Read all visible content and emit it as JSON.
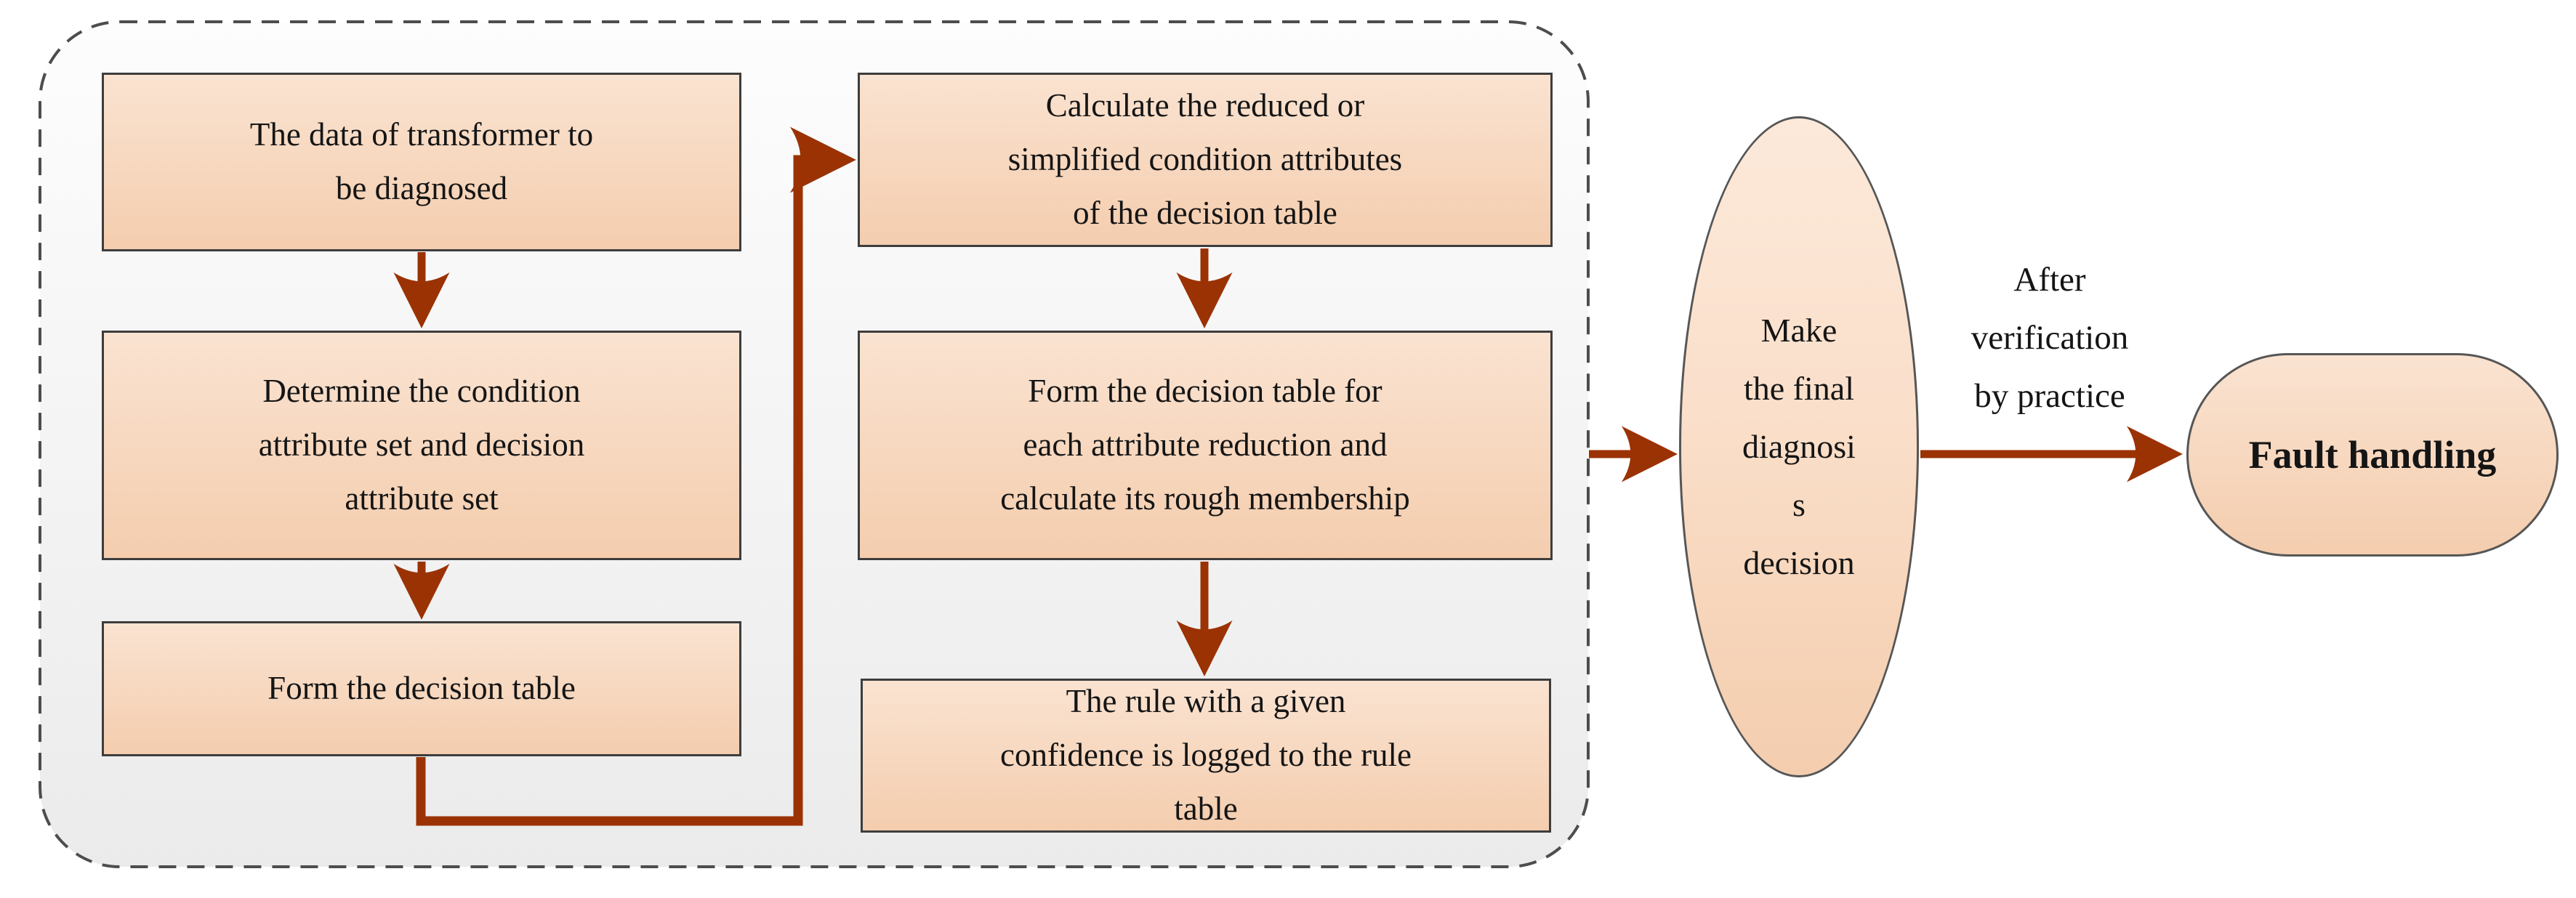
{
  "colors": {
    "arrow": "#9b3203",
    "box_border": "#3d3d3d",
    "shape_border": "#565656",
    "container_border": "#4d4d4d",
    "box_fill_top": "#fae3d1",
    "box_fill_bottom": "#f4cdae",
    "container_bg_top": "#fdfdfd",
    "container_bg_bottom": "#ebebeb",
    "text": "#151515"
  },
  "diagram": {
    "boxes": [
      {
        "lines": [
          "The data of transformer to",
          "be diagnosed"
        ]
      },
      {
        "lines": [
          "Determine the condition",
          "attribute set and decision",
          "attribute set"
        ]
      },
      {
        "lines": [
          "Form the decision table"
        ]
      },
      {
        "lines": [
          "Calculate the reduced or",
          "simplified condition attributes",
          "of the decision table"
        ]
      },
      {
        "lines": [
          "Form the decision table for",
          "each attribute reduction and",
          "calculate its rough membership"
        ]
      },
      {
        "lines": [
          "The rule with a given",
          "confidence is logged to the rule",
          "table"
        ]
      }
    ],
    "ellipse": {
      "lines": [
        "Make",
        "the final",
        "diagnosi",
        "s",
        "decision"
      ]
    },
    "edge_label": {
      "lines": [
        "After",
        "verification",
        "by practice"
      ]
    },
    "terminal": {
      "label": "Fault handling"
    }
  }
}
